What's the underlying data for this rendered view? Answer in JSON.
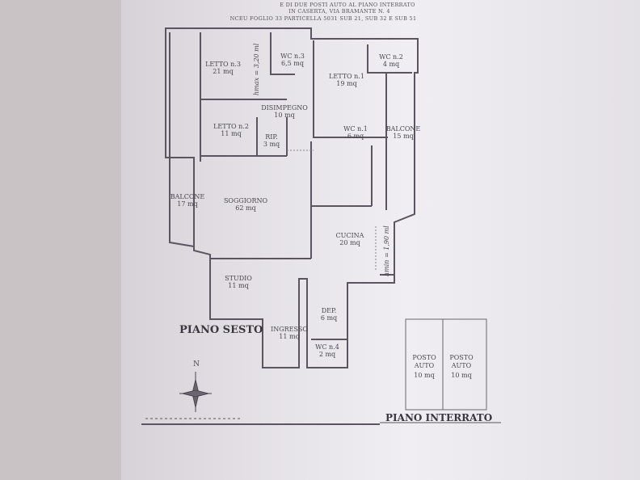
{
  "header": {
    "line1": "E DI DUE POSTI AUTO AL PIANO INTERRATO",
    "line2": "IN CASERTA, VIA BRAMANTE N. 4",
    "line3": "NCEU FOGLIO 33 PARTICELLA 5031 SUB 21, SUB 32 E SUB 51"
  },
  "rooms": [
    {
      "name": "LETTO n.3",
      "area": "21 mq"
    },
    {
      "name": "WC n.3",
      "area": "6,5 mq"
    },
    {
      "name": "LETTO n.1",
      "area": "19 mq"
    },
    {
      "name": "WC n.2",
      "area": "4 mq"
    },
    {
      "name": "DISIMPEGNO",
      "area": "10 mq"
    },
    {
      "name": "LETTO n.2",
      "area": "11 mq"
    },
    {
      "name": "RIP.",
      "area": "3 mq"
    },
    {
      "name": "WC n.1",
      "area": "6 mq"
    },
    {
      "name": "BALCONE",
      "area": "15 mq"
    },
    {
      "name": "BALCONE",
      "area": "17 mq"
    },
    {
      "name": "SOGGIORNO",
      "area": "62 mq"
    },
    {
      "name": "CUCINA",
      "area": "20 mq"
    },
    {
      "name": "STUDIO",
      "area": "11 mq"
    },
    {
      "name": "DEP.",
      "area": "6 mq"
    },
    {
      "name": "INGRESSO",
      "area": "11 mq"
    },
    {
      "name": "WC n.4",
      "area": "2 mq"
    }
  ],
  "heights": {
    "max": "hmax = 3,20 ml",
    "min": "hmin = 1,90 ml"
  },
  "floor_labels": {
    "upper": "PIANO SESTO",
    "basement": "PIANO INTERRATO"
  },
  "parking": [
    {
      "name": "POSTO AUTO",
      "area": "10 mq"
    },
    {
      "name": "POSTO AUTO",
      "area": "10 mq"
    }
  ],
  "compass": {
    "north": "N"
  },
  "colors": {
    "line": "#55505a",
    "paper": "#ebe8ec"
  }
}
